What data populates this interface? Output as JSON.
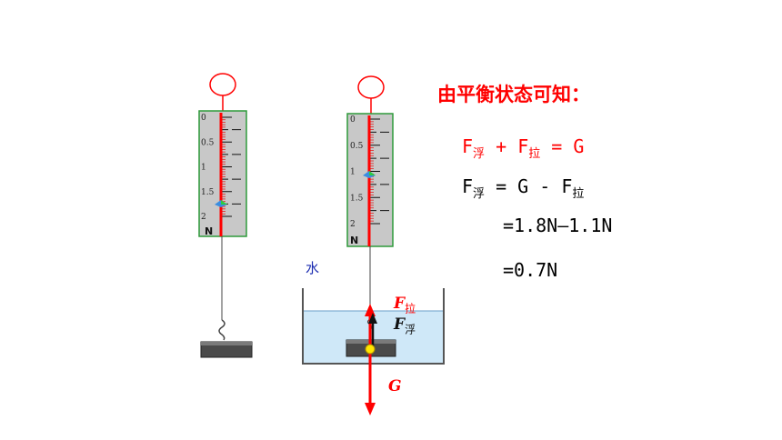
{
  "title": "由平衡状态可知：",
  "equations": {
    "line1": {
      "a": "F",
      "a_sub": "浮",
      "op1": " + ",
      "b": "F",
      "b_sub": "拉",
      "rest": " = G"
    },
    "line2": {
      "a": "F",
      "a_sub": "浮",
      "mid": " = G - ",
      "b": "F",
      "b_sub": "拉"
    },
    "line3": "=1.8N—1.1N",
    "line4": "=0.7N"
  },
  "water_label": "水",
  "forces": {
    "pull": {
      "letter": "F",
      "sub": "拉"
    },
    "buoyancy": {
      "letter": "F",
      "sub": "浮"
    },
    "gravity": "G"
  },
  "scale_left": {
    "ticks": [
      "0",
      "0.5",
      "1",
      "1.5",
      "2"
    ],
    "unit": "N",
    "reading": 1.8
  },
  "scale_right": {
    "ticks": [
      "0",
      "0.5",
      "1",
      "1.5",
      "2"
    ],
    "unit": "N",
    "reading": 1.1
  },
  "colors": {
    "red": "#ff0000",
    "scale_border": "#2e9a3a",
    "scale_fill": "#c8c8c8",
    "water": "#cfe8f8"
  }
}
